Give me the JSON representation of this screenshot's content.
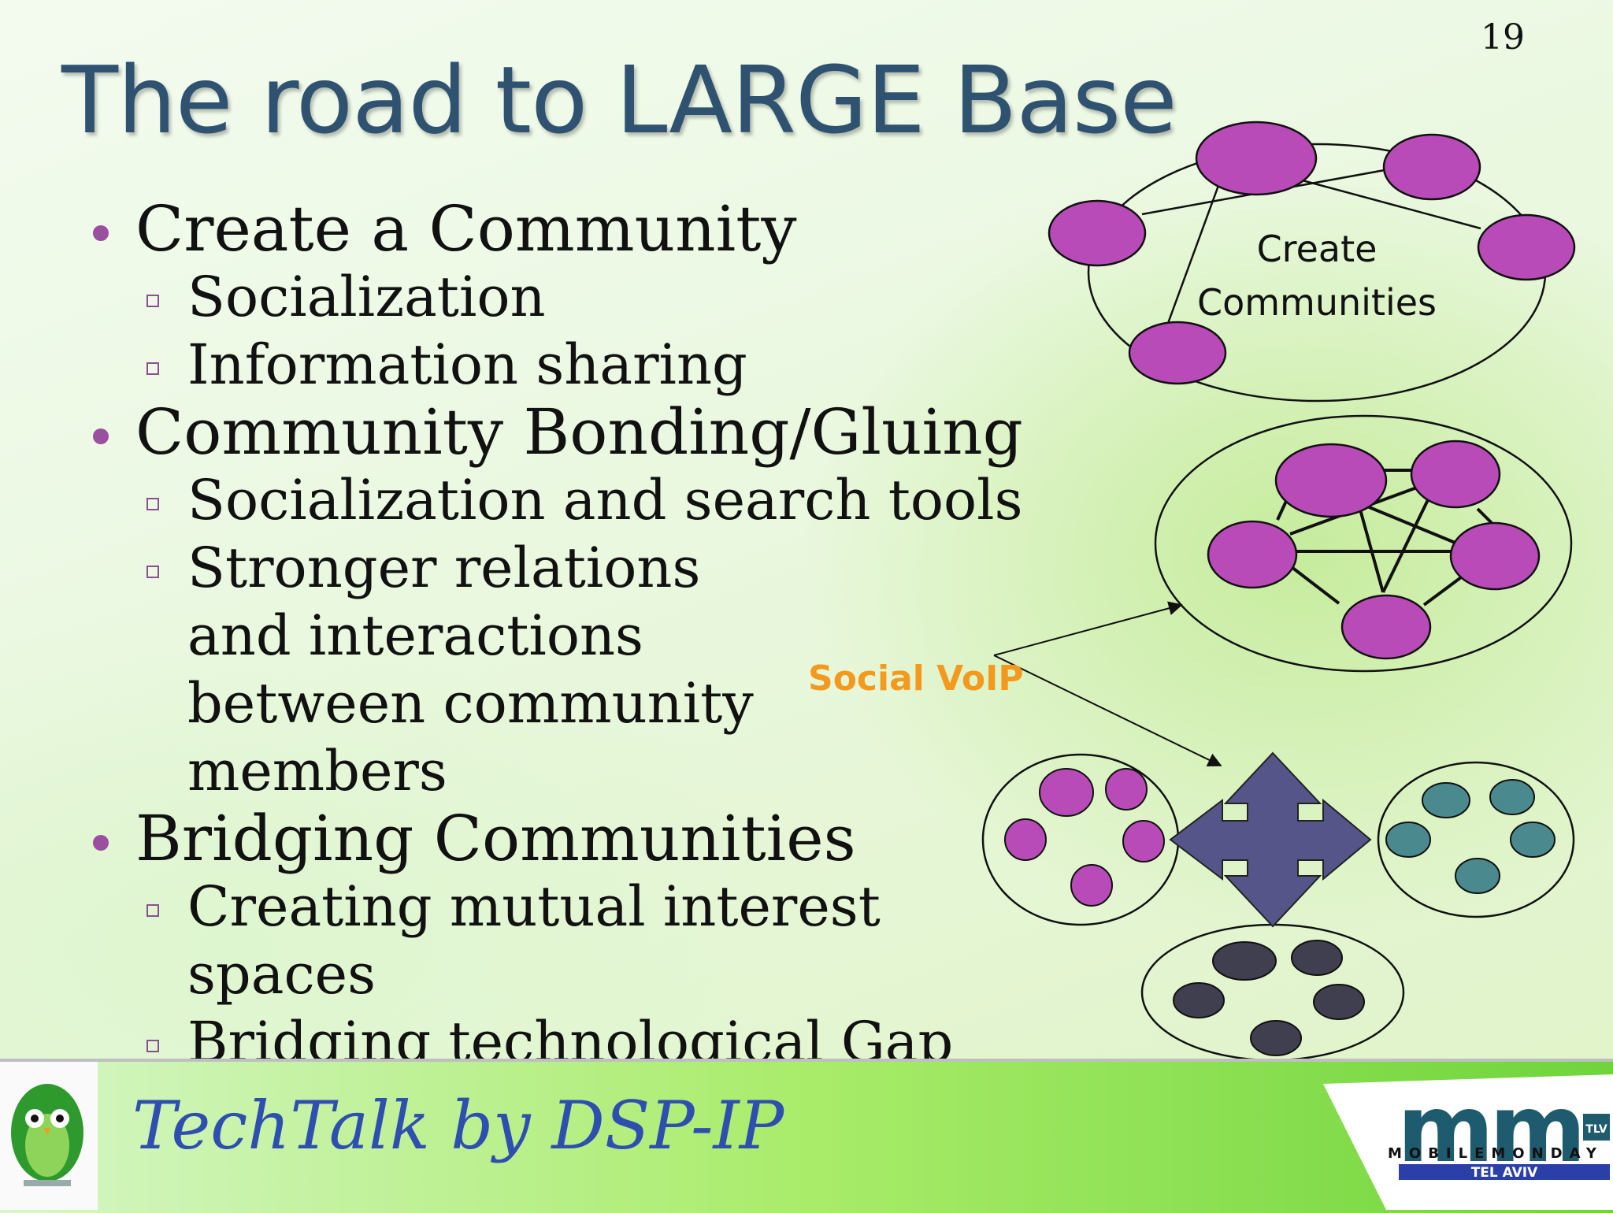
{
  "slide_number": "19",
  "title": "The road to LARGE Base",
  "bullets": [
    {
      "text": "Create a Community",
      "sub": [
        "Socialization",
        "Information sharing"
      ]
    },
    {
      "text": "Community Bonding/Gluing",
      "sub": [
        "Socialization and search tools",
        "Stronger relations and interactions between community members"
      ]
    },
    {
      "text": "Bridging Communities",
      "sub": [
        "Creating mutual interest spaces",
        "Bridging technological Gap"
      ]
    }
  ],
  "diagram": {
    "create_label_line1": "Create",
    "create_label_line2": "Communities",
    "voip_label": "Social VoIP",
    "colors": {
      "purple": "#b84bb8",
      "teal": "#4a8a8e",
      "dark": "#3f3f4f",
      "arrow": "#55558a",
      "voip": "#f39a1e"
    }
  },
  "footer": {
    "text": "TechTalk by DSP-IP",
    "logo_mark": "mm",
    "logo_badge": "TLV",
    "logo_line1": "MOBILEMONDAY",
    "logo_line2": "TEL AVIV",
    "owl_icon": "owl-mascot-icon"
  }
}
